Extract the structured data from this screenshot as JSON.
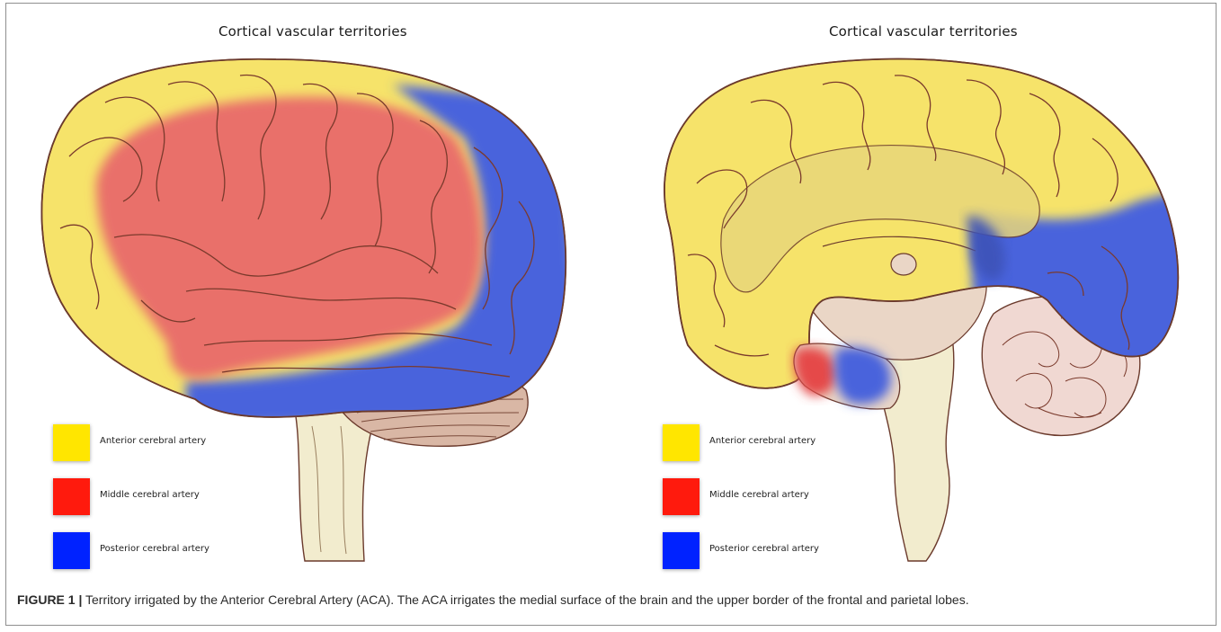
{
  "panels": [
    {
      "title": "Cortical vascular territories",
      "view": "lateral"
    },
    {
      "title": "Cortical vascular territories",
      "view": "medial"
    }
  ],
  "legend": [
    {
      "label": "Anterior cerebral artery",
      "color": "#ffe600"
    },
    {
      "label": "Middle cerebral artery",
      "color": "#ff1a0d"
    },
    {
      "label": "Posterior cerebral artery",
      "color": "#0022ff"
    }
  ],
  "territory_colors": {
    "anterior": "#f6e36a",
    "middle": "#e9706b",
    "posterior": "#4a63dc",
    "brainstem": "#f2ecce",
    "diencephalon": "#ead6c6",
    "cerebellum": "#f0d8d2",
    "outline": "#6b3a2c"
  },
  "caption": {
    "label": "FIGURE 1 |",
    "text": " Territory irrigated by the Anterior Cerebral Artery (ACA). The ACA irrigates the medial surface of the brain and the upper border of the frontal and parietal lobes."
  }
}
